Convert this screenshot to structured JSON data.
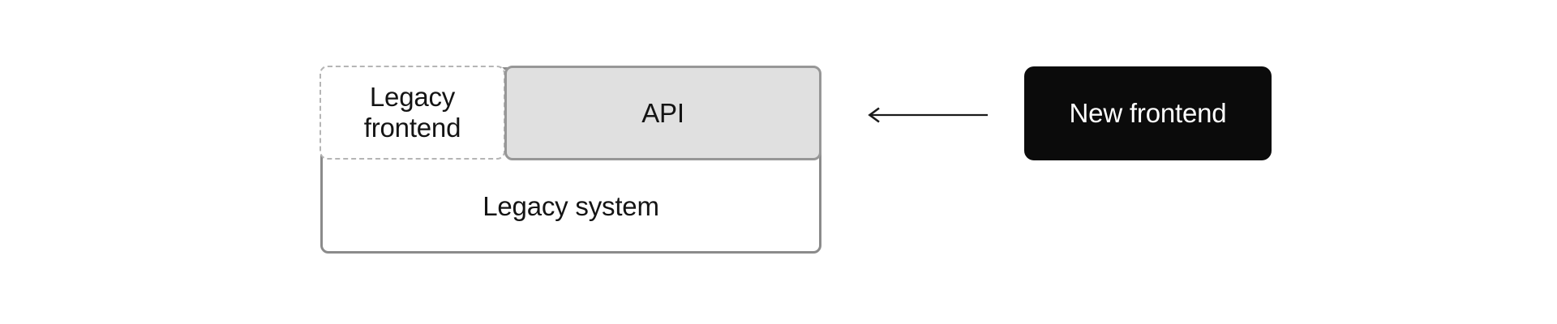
{
  "diagram": {
    "legacy_system": {
      "label": "Legacy system"
    },
    "legacy_frontend": {
      "label": "Legacy frontend"
    },
    "api": {
      "label": "API"
    },
    "new_frontend": {
      "label": "New frontend"
    },
    "arrow": {
      "direction": "left",
      "from": "new_frontend",
      "to": "api"
    }
  },
  "colors": {
    "background": "#ffffff",
    "container_border": "#8b8b8b",
    "dashed_border": "#b5b5b5",
    "api_fill": "#e0e0e0",
    "api_border": "#979797",
    "new_frontend_bg": "#0b0b0b",
    "text": "#141414",
    "text_on_dark": "#ffffff",
    "arrow": "#1a1a1a"
  }
}
